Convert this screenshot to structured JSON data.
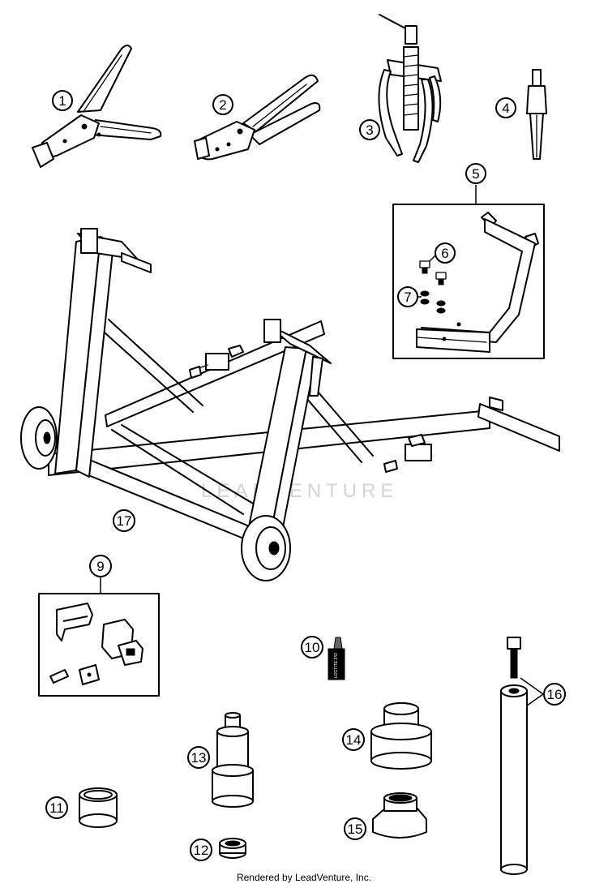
{
  "callouts": {
    "c1": "1",
    "c2": "2",
    "c3": "3",
    "c4": "4",
    "c5": "5",
    "c6": "6",
    "c7": "7",
    "c9": "9",
    "c10": "10",
    "c11": "11",
    "c12": "12",
    "c13": "13",
    "c14": "14",
    "c15": "15",
    "c16": "16",
    "c17": "17"
  },
  "watermark": "LEADVENTURE",
  "footer": "Rendered by LeadVenture, Inc.",
  "part_10_marking": "LOCTITE 243"
}
